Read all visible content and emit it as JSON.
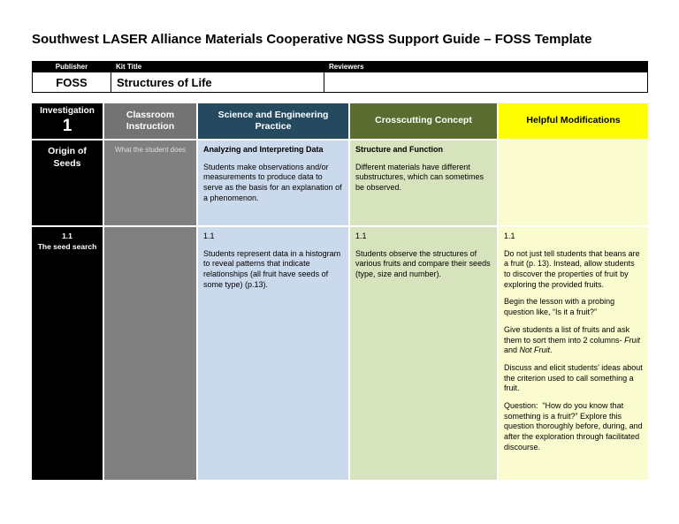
{
  "title": "Southwest LASER Alliance Materials Cooperative NGSS Support Guide – FOSS Template",
  "info_table": {
    "publisher_header": "Publisher",
    "kit_title_header": "Kit Title",
    "reviewers_header": "Reviewers",
    "publisher_value": "FOSS",
    "kit_title_value": "Structures of Life",
    "reviewers_value": ""
  },
  "table": {
    "header": {
      "investigation_label": "Investigation",
      "investigation_number": "1",
      "classroom": "Classroom Instruction",
      "practice": "Science and Engineering Practice",
      "concept": "Crosscutting Concept",
      "modifications": "Helpful Modifications"
    },
    "row_origin": {
      "title": "Origin of Seeds",
      "classroom_note": "What the student does",
      "practice_heading": "Analyzing and Interpreting Data",
      "practice_text": "Students make observations and/or measurements to produce data to serve as the basis for an explanation of a phenomenon.",
      "concept_heading": "Structure and Function",
      "concept_text": "Different materials have different substructures, which can sometimes be observed.",
      "modifications_text": ""
    },
    "row_lesson": {
      "code": "1.1",
      "name": "The seed search",
      "practice_code": "1.1",
      "practice_text": "Students represent data in a histogram to reveal patterns that indicate relationships (all fruit have seeds of some type) (p.13).",
      "concept_code": "1.1",
      "concept_text": "Students observe the structures of various fruits and compare their seeds (type, size and number).",
      "mod_code": "1.1",
      "mod_p1": "Do not just tell students that beans are a fruit (p. 13). Instead, allow students to discover the properties of fruit by exploring the provided fruits.",
      "mod_p2": "Begin the lesson with a probing question like, “Is it a fruit?”",
      "mod_p3_pre": "Give students a list of fruits and ask them to sort them into 2 columns- ",
      "mod_p3_italic1": "Fruit",
      "mod_p3_mid": " and ",
      "mod_p3_italic2": "Not Fruit",
      "mod_p3_end": ".",
      "mod_p4": "Discuss and elicit students’ ideas about the criterion used to call something a fruit.",
      "mod_p5": "Question:  “How do you know that something is a fruit?” Explore this question thoroughly before, during, and after the exploration through facilitated discourse."
    }
  },
  "colors": {
    "header_black": "#000000",
    "header_gray": "#737373",
    "header_blue": "#254A60",
    "header_green": "#5A6C2F",
    "header_yellow": "#FFFF00",
    "body_gray": "#808080",
    "body_blue": "#CAD9EB",
    "body_green": "#D6E3BC",
    "body_yellow": "#FBFBD0"
  }
}
